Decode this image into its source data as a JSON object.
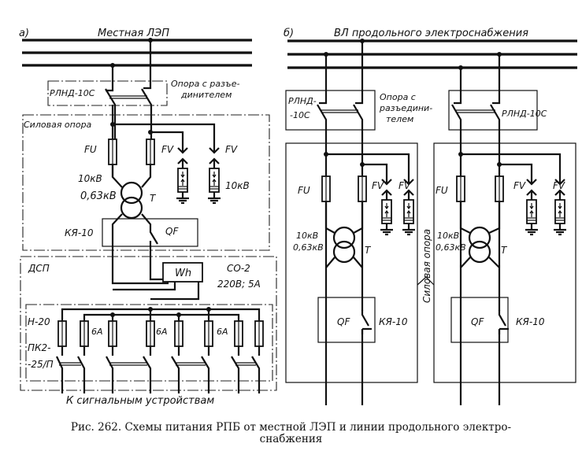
{
  "diagram": {
    "panel_a": {
      "label": "а)",
      "title": "Местная ЛЭП",
      "disconnector": "РЛНД-10С",
      "support_with_disconnector": [
        "Опора с разъе-",
        "динителем"
      ],
      "power_support": "Силовая опора",
      "fuse": "FU",
      "arrester_1": "FV",
      "arrester_2": "FV",
      "arrester_voltage": "10кВ",
      "hv": "10кВ",
      "lv": "0,63кВ",
      "transformer": "T",
      "cabinet": "КЯ-10",
      "breaker": "QF",
      "dsp": "ДСП",
      "meter": "Wh",
      "meter_type": "СО-2",
      "meter_rating": "220В; 5А",
      "fuse_type": "Н-20",
      "switch_type": [
        "ПК2-",
        "-25/П"
      ],
      "fuse_ratings": [
        "6А",
        "6А",
        "6А"
      ],
      "to_devices": "К сигнальным устройствам"
    },
    "panel_b": {
      "label": "б)",
      "title": "ВЛ продольного электроснабжения",
      "disconnector_left": [
        "РЛНД-",
        "-10С"
      ],
      "support_with_disconnector": [
        "Опора с",
        "разъедини-",
        "телем"
      ],
      "disconnector_right": "РЛНД-10С",
      "power_support": "Силовая опора",
      "fuse": "FU",
      "arrester_1": "FV",
      "arrester_2": "FV",
      "hv": "10кВ",
      "lv": "0,63кВ",
      "transformer": "T",
      "breaker": "QF",
      "cabinet": "КЯ-10"
    },
    "caption": [
      "Рис. 262. Схемы питания РПБ от местной ЛЭП и линии продольного электро-",
      "снабжения"
    ]
  }
}
